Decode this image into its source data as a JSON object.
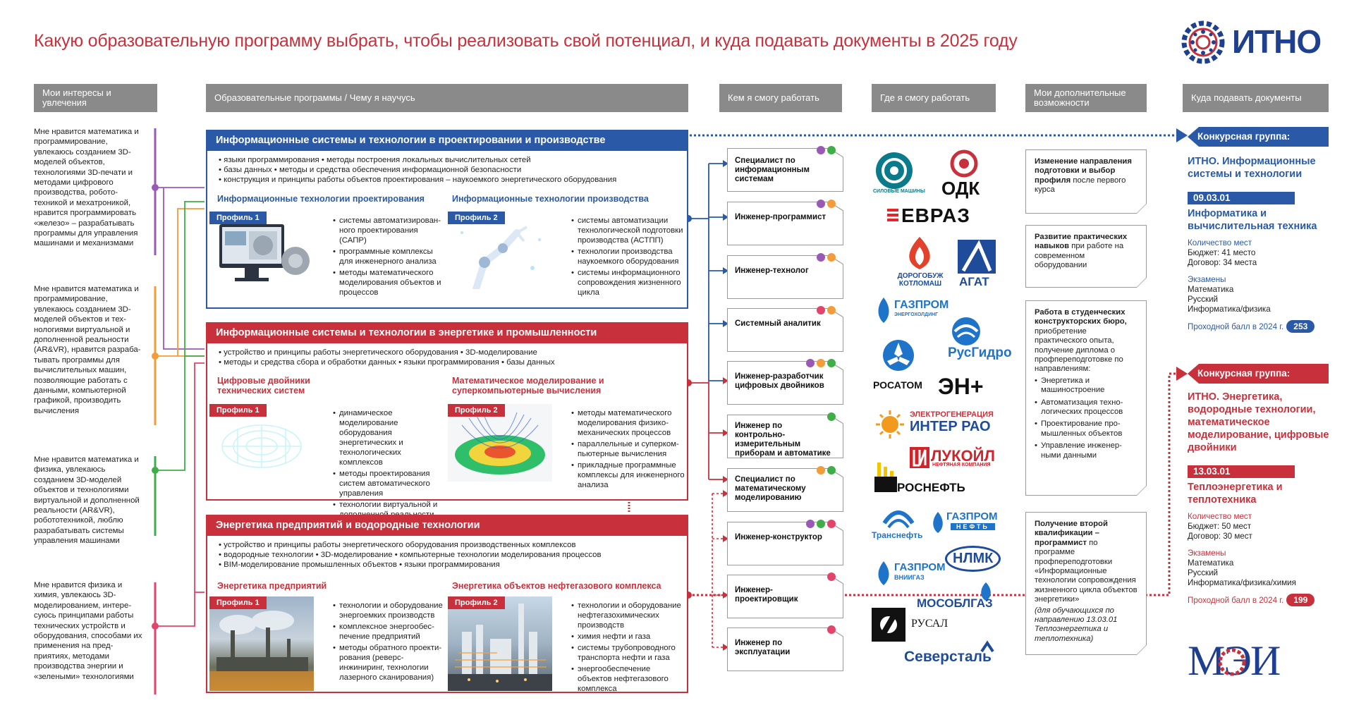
{
  "title": "Какую образовательную программу выбрать, чтобы реализовать свой потенциал, и куда подавать документы в 2025 году",
  "brand": {
    "itno": "ИТНО",
    "mei": "МЭИ"
  },
  "colors": {
    "blue": "#2a5aa7",
    "red": "#c8313c",
    "gray": "#8a8a8a",
    "purple": "#9b59b6",
    "orange": "#f39c3a",
    "green": "#3fae49",
    "pink": "#e2446a"
  },
  "headers": {
    "interests": "Мои интересы и увлечения",
    "programs": "Образовательные программы / Чему я научусь",
    "jobs": "Кем я смогу работать",
    "employers": "Где я смогу работать",
    "extra": "Мои дополнительные возможности",
    "apply": "Куда подавать документы"
  },
  "interests": [
    "Мне нравится математика и программирование, увлекаюсь созданием 3D-моделей объектов, технологиями 3D-печати и методами цифрового производства, робото-техникой и мехатроникой, нравится программировать «железо» – разрабатывать программы для управления машинами и механизмами",
    "Мне нравится математика и программирование, увлекаюсь созданием 3D-моделей объектов и тех-нологиями виртуальной и дополненной реальности (AR&VR), нравится разраба-тывать программы для вычислительных машин, позволяющие работать с данными, компьютерной графикой, производить вычисления",
    "Мне нравится математика и физика, увлекаюсь созданием 3D-моделей объектов и технологиями виртуальной и дополненной реальности (AR&VR), робототехникой, люблю разрабатывать системы управления машинами",
    "Мне нравится физика и химия, увлекаюсь 3D-моделированием, интере-суюсь принципами работы технических устройств и оборудования, способами их применения на пред-приятиях, методами производства энергии и «зелеными» технологиями"
  ],
  "programs": [
    {
      "title": "Информационные системы и технологии в проектировании и производстве",
      "bullets": [
        "• языки программирования • методы построения локальных вычислительных сетей",
        "• базы данных • методы и средства обеспечения информационной безопасности",
        "• конструкция и принципы работы объектов проектирования – наукоемкого энергетического оборудования"
      ],
      "profiles": [
        {
          "head": "Информационные технологии проектирования",
          "tag": "Профиль 1",
          "items": [
            "системы автоматизирован-ного проектирования (САПР)",
            "программные комплексы для инженерного анализа",
            "методы математического моделирования объектов и процессов"
          ]
        },
        {
          "head": "Информационные технологии производства",
          "tag": "Профиль 2",
          "items": [
            "системы автоматизации технологической подготовки производства (АСТПП)",
            "технологии производства наукоемкого оборудования",
            "системы информационного сопровождения жизненного цикла"
          ]
        }
      ]
    },
    {
      "title": "Информационные системы и технологии в энергетике и промышленности",
      "bullets": [
        "• устройство и принципы работы энергетического оборудования • 3D-моделирование",
        "• методы и средства сбора и обработки данных • языки программирования • базы данных"
      ],
      "profiles": [
        {
          "head": "Цифровые двойники технических систем",
          "tag": "Профиль 1",
          "items": [
            "динамическое моделирование оборудования энергетических и технологических комплексов",
            "методы проектирования систем автоматического управления",
            "технологии виртуальной и дополненной реальности"
          ]
        },
        {
          "head": "Математическое моделирование и суперкомпьютерные вычисления",
          "tag": "Профиль 2",
          "items": [
            "методы математического моделирования физико-механических процессов",
            "параллельные и суперком-пьютерные вычисления",
            "прикладные программные комплексы для инженерного анализа"
          ]
        }
      ]
    },
    {
      "title": "Энергетика предприятий и водородные технологии",
      "bullets": [
        "• устройство и принципы работы энергетического оборудования производственных комплексов",
        "• водородные технологии • 3D-моделирование • компьютерные технологии моделирования процессов",
        "• BIM-моделирование промышленных объектов • языки программирования"
      ],
      "profiles": [
        {
          "head": "Энергетика предприятий",
          "tag": "Профиль 1",
          "items": [
            "технологии и оборудование энергоемких производств",
            "комплексное энергообес-печение предприятий",
            "методы обратного проекти-рования (реверс-инжиниринг, технологии лазерного сканирования)"
          ]
        },
        {
          "head": "Энергетика объектов нефтегазового комплекса",
          "tag": "Профиль 2",
          "items": [
            "технологии и оборудование нефтегазохимических производств",
            "химия нефти и газа",
            "системы трубопроводного транспорта нефти и газа",
            "энергообеспечение объектов нефтегазового комплекса"
          ]
        }
      ]
    }
  ],
  "jobs": [
    "Специалист по информационным системам",
    "Инженер-программист",
    "Инженер-технолог",
    "Системный аналитик",
    "Инженер-разработчик цифровых двойников",
    "Инженер по контрольно-измерительным приборам и автоматике",
    "Специалист по математическому моделированию",
    "Инженер-конструктор",
    "Инженер-проектировщик",
    "Инженер по эксплуатации"
  ],
  "employers": {
    "silovye": "СИЛОВЫЕ МАШИНЫ",
    "odk": "ОДК",
    "evraz": "ЕВРАЗ",
    "dorogobuzh": "ДОРОГОБУЖ КОТЛОМАШ",
    "agat": "АГАТ",
    "gazprom_eh": "ГАЗПРОМ",
    "gazprom_eh_sub": "ЭНЕРГОХОЛДИНГ",
    "rushydro": "РусГидро",
    "rosatom": "РОСАТОМ",
    "en": "ЭН+",
    "interrao_top": "ЭЛЕКТРОГЕНЕРАЦИЯ",
    "interrao": "ИНТЕР РАО",
    "lukoil": "ЛУКОЙЛ",
    "lukoil_sub": "НЕФТЯНАЯ КОМПАНИЯ",
    "rosneft": "РОСНЕФТЬ",
    "transneft": "Транснефть",
    "gazpromneft": "ГАЗПРОМ",
    "gazpromneft_sub": "НЕФТЬ",
    "nlmk": "НЛМК",
    "gazprom_vnii": "ГАЗПРОМ",
    "gazprom_vnii_sub": "ВНИИГАЗ",
    "mosoblgaz": "МОСОБЛГАЗ",
    "rusal": "РУСАЛ",
    "severstal": "Северсталь"
  },
  "extra": {
    "box1": {
      "lead": "Изменение направления подготовки и выбор профиля",
      "rest": " после первого курса"
    },
    "box2": {
      "lead": "Развитие практических навыков",
      "rest": " при работе на современном оборудовании"
    },
    "box3": {
      "lead": "Работа в студенческих конструкторских бюро,",
      "rest": " приобретение практического опыта, получение диплома о профпереподготовке по направлениям:",
      "items": [
        "Энергетика и машиностроение",
        "Автоматизация техно-логических процессов",
        "Проектирование про-мышленных объектов",
        "Управление инженер-ными данными"
      ]
    },
    "box4": {
      "lead": "Получение второй квалификации – программист",
      "rest": " по программе профпереподготовки «Информационные технологии сопровождения жизненного цикла объектов энергетики»",
      "note": "(для обучающихся по направлению 13.03.01 Теплоэнергетика и теплотехника)"
    }
  },
  "groups": [
    {
      "label": "Конкурсная группа:",
      "name": "ИТНО. Информационные системы и технологии",
      "code": "09.03.01",
      "direction": "Информатика и вычислительная техника",
      "places_h": "Количество мест",
      "budget": "Бюджет: 41 место",
      "contract": "Договор: 34 места",
      "exams_h": "Экзамены",
      "exams": [
        "Математика",
        "Русский",
        "Информатика/физика"
      ],
      "score_label": "Проходной балл в 2024 г.",
      "score": "253"
    },
    {
      "label": "Конкурсная группа:",
      "name": "ИТНО. Энергетика, водородные технологии, математическое моделирование, цифровые двойники",
      "code": "13.03.01",
      "direction": "Теплоэнергетика и теплотехника",
      "places_h": "Количество мест",
      "budget": "Бюджет: 50 мест",
      "contract": "Договор: 30 мест",
      "exams_h": "Экзамены",
      "exams": [
        "Математика",
        "Русский",
        "Информатика/физика/химия"
      ],
      "score_label": "Проходной балл в 2024 г.",
      "score": "199"
    }
  ]
}
